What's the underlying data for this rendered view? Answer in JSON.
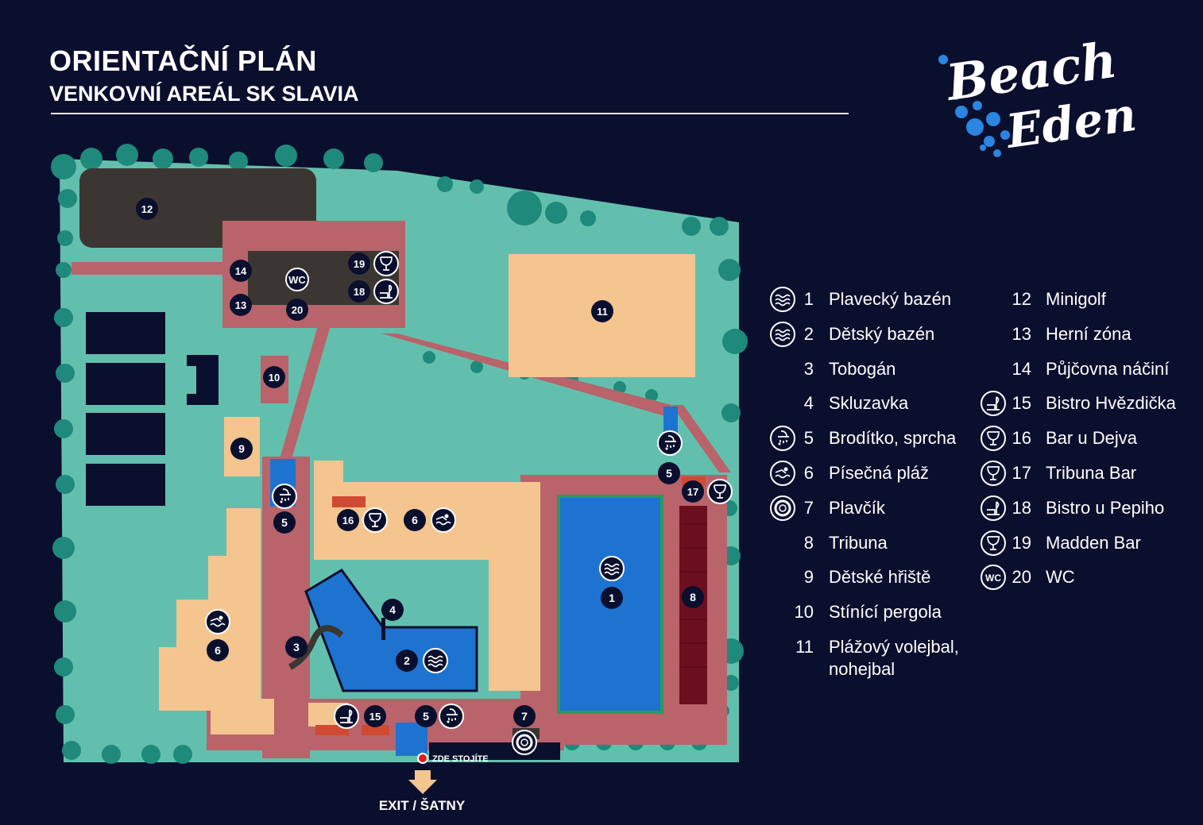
{
  "header": {
    "title": "ORIENTAČNÍ PLÁN",
    "subtitle": "VENKOVNÍ AREÁL SK SLAVIA"
  },
  "logo": {
    "line1": "Beach",
    "line2": "Eden"
  },
  "colors": {
    "background": "#0b0f2e",
    "grass": "#63bfad",
    "trees": "#1f8a7c",
    "path": "#b9636b",
    "sand": "#f4c58f",
    "water": "#1e73d0",
    "pool_edge": "#2a9a5a",
    "dark_area": "#3b3631",
    "tribuna": "#6b0f1e",
    "bench": "#d04a33",
    "marker": "#0b0f2e",
    "logo_blue": "#2a86e0"
  },
  "map": {
    "markers": [
      {
        "id": "m12",
        "label": "12"
      },
      {
        "id": "m14",
        "label": "14"
      },
      {
        "id": "m13",
        "label": "13"
      },
      {
        "id": "mwc",
        "label": "WC"
      },
      {
        "id": "m20",
        "label": "20"
      },
      {
        "id": "m19",
        "label": "19"
      },
      {
        "id": "m18",
        "label": "18"
      },
      {
        "id": "m11",
        "label": "11"
      },
      {
        "id": "m10",
        "label": "10"
      },
      {
        "id": "m9",
        "label": "9"
      },
      {
        "id": "m5a",
        "label": "5"
      },
      {
        "id": "m5b",
        "label": "5"
      },
      {
        "id": "m16",
        "label": "16"
      },
      {
        "id": "m6a",
        "label": "6"
      },
      {
        "id": "m17",
        "label": "17"
      },
      {
        "id": "m1",
        "label": "1"
      },
      {
        "id": "m8",
        "label": "8"
      },
      {
        "id": "m4",
        "label": "4"
      },
      {
        "id": "m3",
        "label": "3"
      },
      {
        "id": "m2",
        "label": "2"
      },
      {
        "id": "m6b",
        "label": "6"
      },
      {
        "id": "m15",
        "label": "15"
      },
      {
        "id": "m5c",
        "label": "5"
      },
      {
        "id": "m7",
        "label": "7"
      }
    ],
    "you_are_here": "ZDE STOJÍTE",
    "exit_label": "EXIT / ŠATNY"
  },
  "legend": {
    "left": [
      {
        "num": "1",
        "label": "Plavecký bazén",
        "icon": "pool-icon"
      },
      {
        "num": "2",
        "label": "Dětský bazén",
        "icon": "pool-icon"
      },
      {
        "num": "3",
        "label": "Tobogán",
        "icon": ""
      },
      {
        "num": "4",
        "label": "Skluzavka",
        "icon": ""
      },
      {
        "num": "5",
        "label": "Brodítko, sprcha",
        "icon": "shower-icon"
      },
      {
        "num": "6",
        "label": "Písečná pláž",
        "icon": "beach-icon"
      },
      {
        "num": "7",
        "label": "Plavčík",
        "icon": "lifebuoy-icon"
      },
      {
        "num": "8",
        "label": "Tribuna",
        "icon": ""
      },
      {
        "num": "9",
        "label": "Dětské hřiště",
        "icon": ""
      },
      {
        "num": "10",
        "label": "Stínící pergola",
        "icon": ""
      },
      {
        "num": "11",
        "label": "Plážový volejbal, nohejbal",
        "icon": ""
      }
    ],
    "right": [
      {
        "num": "12",
        "label": "Minigolf",
        "icon": ""
      },
      {
        "num": "13",
        "label": "Herní zóna",
        "icon": ""
      },
      {
        "num": "14",
        "label": "Půjčovna náčiní",
        "icon": ""
      },
      {
        "num": "15",
        "label": "Bistro Hvězdička",
        "icon": "bistro-icon"
      },
      {
        "num": "16",
        "label": "Bar u Dejva",
        "icon": "cocktail-icon"
      },
      {
        "num": "17",
        "label": "Tribuna Bar",
        "icon": "cocktail-icon"
      },
      {
        "num": "18",
        "label": "Bistro u Pepiho",
        "icon": "bistro-icon"
      },
      {
        "num": "19",
        "label": "Madden Bar",
        "icon": "cocktail-icon"
      },
      {
        "num": "20",
        "label": "WC",
        "icon": "wc-icon"
      }
    ]
  }
}
